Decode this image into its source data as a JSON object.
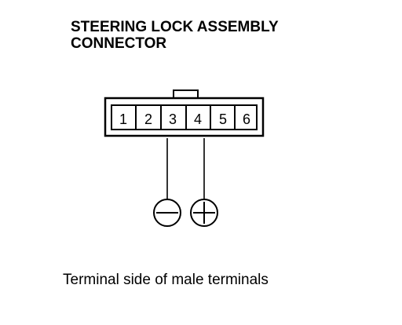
{
  "title": {
    "line1": "STEERING LOCK ASSEMBLY",
    "line2": "CONNECTOR"
  },
  "connector": {
    "terminals": [
      "1",
      "2",
      "3",
      "4",
      "5",
      "6"
    ]
  },
  "probes": {
    "negative_terminal": "3",
    "positive_terminal": "4",
    "negative_icon": "minus-icon",
    "positive_icon": "plus-icon"
  },
  "caption": "Terminal side of male terminals"
}
